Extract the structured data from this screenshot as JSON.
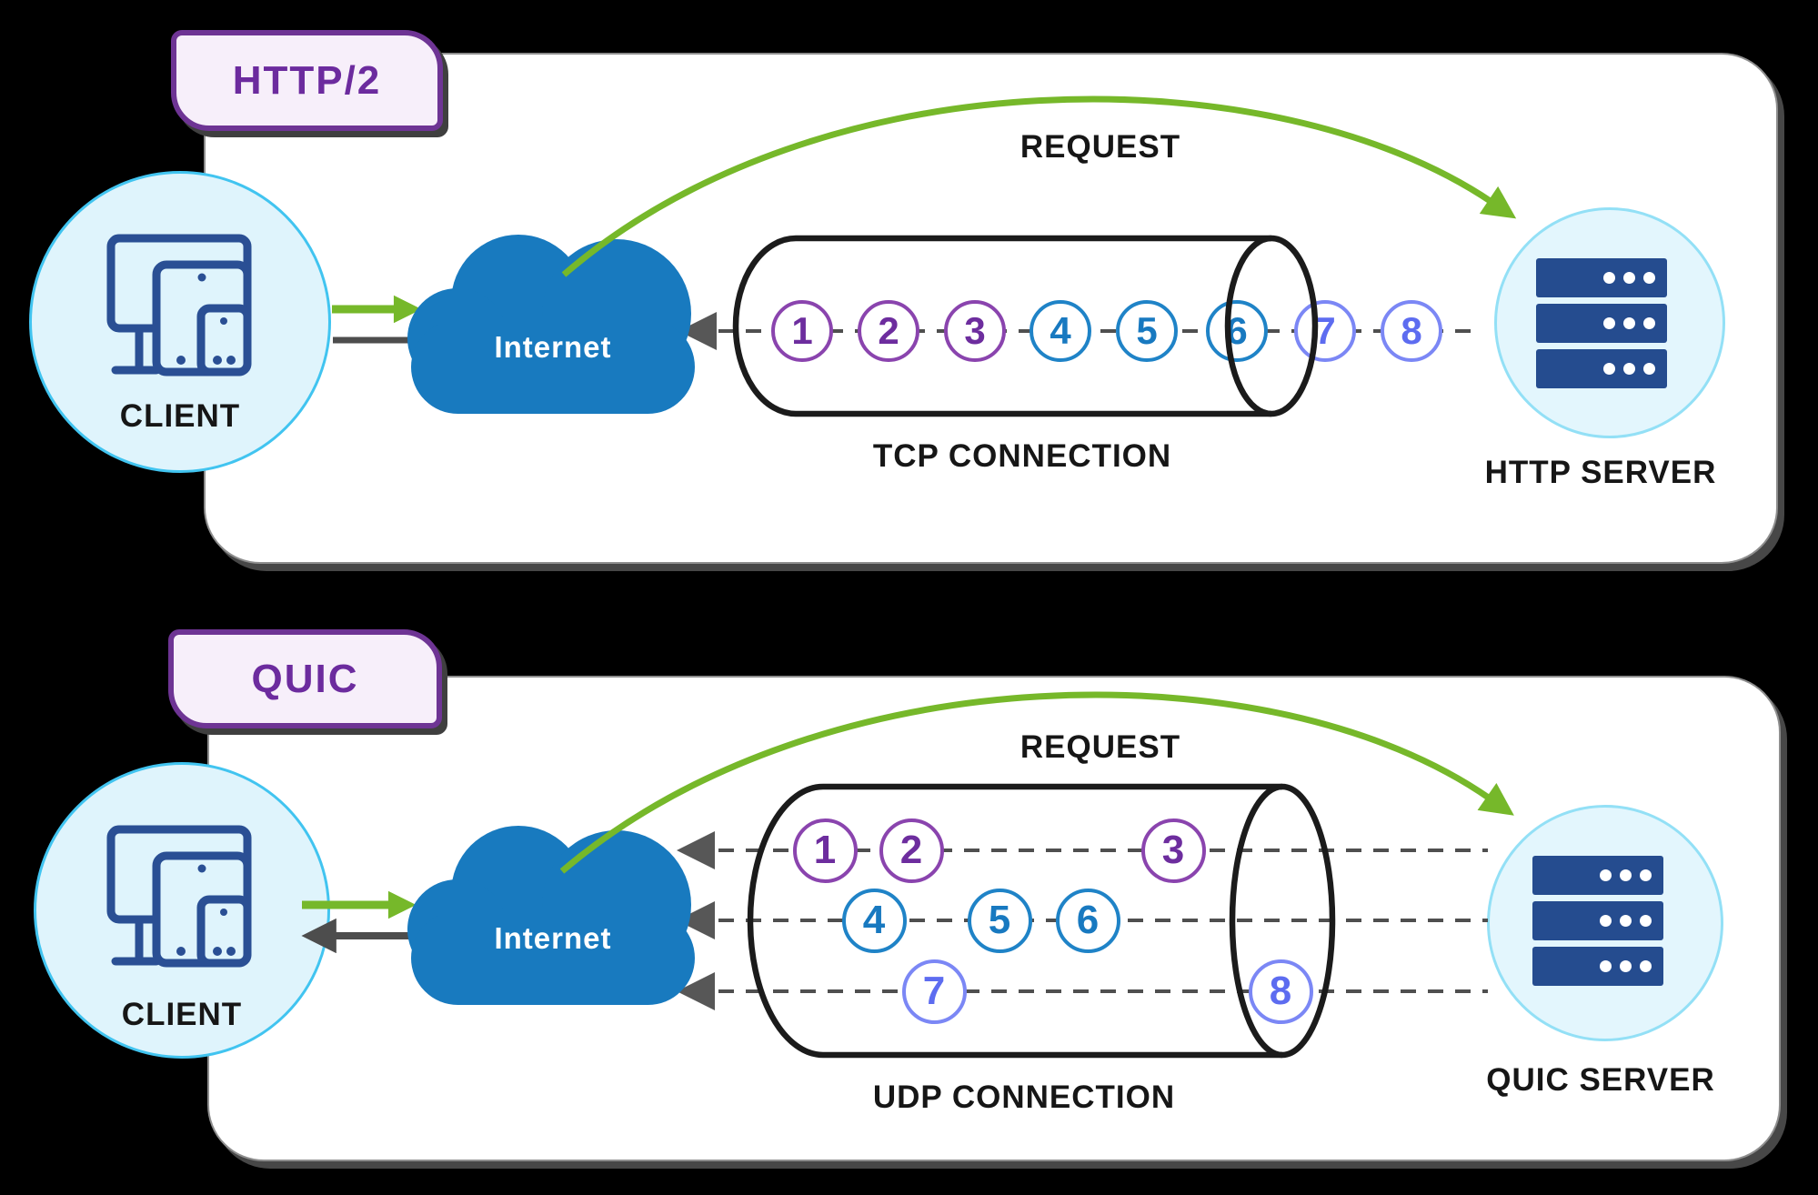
{
  "colors": {
    "background": "#000000",
    "panel_bg": "#ffffff",
    "badge_bg": "#f7effa",
    "badge_border": "#6e3494",
    "badge_text": "#6c2b9e",
    "cloud_blue": "#187abf",
    "client_circle_bg": "#dff4fc",
    "client_circle_border": "#41c4f0",
    "server_circle_bg": "#e3f6fd",
    "server_circle_border": "#93e0f6",
    "device_navy": "#254c8f",
    "arrow_green": "#76b82a",
    "arrow_gray": "#4d4d4d",
    "tube_black": "#1b1b1b",
    "packet_purple": "#8a44ae",
    "packet_blue": "#1f83c7",
    "packet_periwinkle": "#7b87f5",
    "label_text": "#161616"
  },
  "panels": [
    {
      "id": "http2",
      "badge_label": "HTTP/2",
      "client_label": "CLIENT",
      "internet_label": "Internet",
      "request_label": "REQUEST",
      "connection_label": "TCP CONNECTION",
      "server_label": "HTTP SERVER",
      "streams": [
        {
          "name": "single-tcp-stream",
          "packets": [
            {
              "value": "1",
              "color": "purple"
            },
            {
              "value": "2",
              "color": "purple"
            },
            {
              "value": "3",
              "color": "purple"
            },
            {
              "value": "4",
              "color": "blue"
            },
            {
              "value": "5",
              "color": "blue"
            },
            {
              "value": "6",
              "color": "blue"
            },
            {
              "value": "7",
              "color": "periwinkle"
            },
            {
              "value": "8",
              "color": "periwinkle"
            }
          ]
        }
      ]
    },
    {
      "id": "quic",
      "badge_label": "QUIC",
      "client_label": "CLIENT",
      "internet_label": "Internet",
      "request_label": "REQUEST",
      "connection_label": "UDP CONNECTION",
      "server_label": "QUIC SERVER",
      "streams": [
        {
          "name": "stream-1",
          "packets": [
            {
              "value": "1",
              "color": "purple"
            },
            {
              "value": "2",
              "color": "purple"
            },
            {
              "value": "3",
              "color": "purple"
            }
          ]
        },
        {
          "name": "stream-2",
          "packets": [
            {
              "value": "4",
              "color": "blue"
            },
            {
              "value": "5",
              "color": "blue"
            },
            {
              "value": "6",
              "color": "blue"
            }
          ]
        },
        {
          "name": "stream-3",
          "packets": [
            {
              "value": "7",
              "color": "periwinkle"
            },
            {
              "value": "8",
              "color": "periwinkle"
            }
          ]
        }
      ]
    }
  ]
}
